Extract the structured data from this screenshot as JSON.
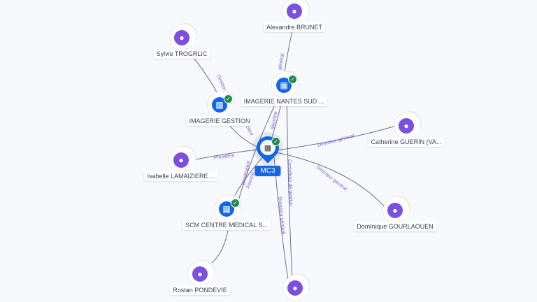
{
  "center": {
    "label": "MC3",
    "type": "company",
    "verified": true
  },
  "nodes": [
    {
      "id": "alexandre",
      "label": "Alexandre BRUNET",
      "type": "person"
    },
    {
      "id": "sylvie",
      "label": "Sylvie TROGRLIC",
      "type": "person"
    },
    {
      "id": "nantes",
      "label": "IMAGERIE NANTES SUD ...",
      "type": "company",
      "verified": true
    },
    {
      "id": "gestion",
      "label": "IMAGERIE GESTION",
      "type": "company",
      "verified": true
    },
    {
      "id": "catherine",
      "label": "Catherine GUERIN (VA...",
      "type": "person"
    },
    {
      "id": "isabelle",
      "label": "Isabelle LAMAIZIERE ...",
      "type": "person"
    },
    {
      "id": "dominique",
      "label": "Dominique GOURLAOUEN",
      "type": "person"
    },
    {
      "id": "scm",
      "label": "SCM CENTRE MEDICAL S...",
      "type": "company",
      "verified": true
    },
    {
      "id": "rostan",
      "label": "Rostan PONDEVIE",
      "type": "person"
    },
    {
      "id": "bottom",
      "label": "",
      "type": "person"
    }
  ],
  "edge_labels": {
    "sylvie": "Directeur",
    "alexandre": "général",
    "isabelle": "Président",
    "catherine": "Directeur général",
    "dominique": "Directeur général",
    "nantes": "Membre",
    "controle": "Contrôleur de gestion",
    "bottom": "Directeur général",
    "distrib": "Distributeur",
    "associe": "Associé",
    "gestion": "Directeur"
  }
}
